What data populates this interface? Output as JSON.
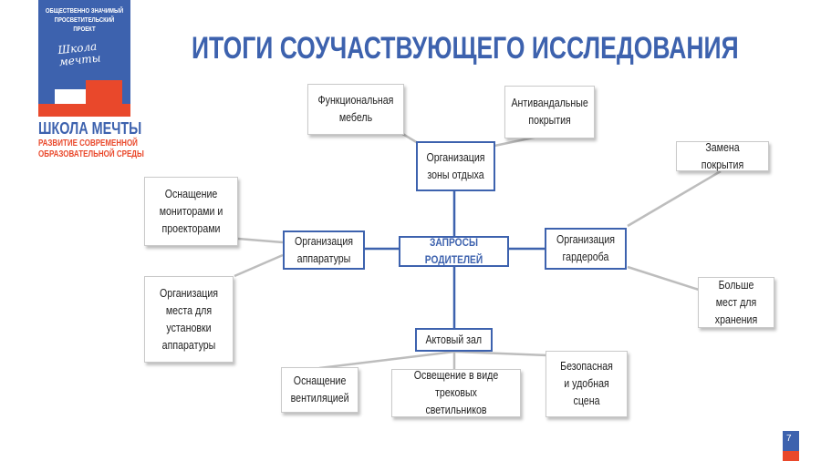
{
  "logo": {
    "tagline": "ОБЩЕСТВЕННО ЗНАЧИМЫЙ ПРОСВЕТИТЕЛЬСКИЙ ПРОЕКТ",
    "script": "Школа мечты",
    "name": "ШКОЛА МЕЧТЫ",
    "subtitle_1": "РАЗВИТИЕ СОВРЕМЕННОЙ",
    "subtitle_2": "ОБРАЗОВАТЕЛЬНОЙ СРЕДЫ"
  },
  "title": "ИТОГИ СОУЧАСТВУЮЩЕГО ИССЛЕДОВАНИЯ",
  "diagram": {
    "center": "ЗАПРОСЫ РОДИТЕЛЕЙ",
    "groups": {
      "rest": {
        "label": "Организация зоны отдыха",
        "items": [
          "Функциональная мебель",
          "Антивандальные покрытия"
        ]
      },
      "equipment": {
        "label": "Организация аппаратуры",
        "items": [
          "Оснащение мониторами и проекторами",
          "Организация места для установки аппаратуры"
        ]
      },
      "wardrobe": {
        "label": "Организация гардероба",
        "items": [
          "Замена покрытия",
          "Больше мест для хранения"
        ]
      },
      "hall": {
        "label": "Актовый зал",
        "items": [
          "Оснащение вентиляцией",
          "Освещение в виде трековых светильников",
          "Безопасная и удобная сцена"
        ]
      }
    }
  },
  "page_number": "7",
  "colors": {
    "blue": "#3d62ae",
    "red": "#e9482b"
  }
}
